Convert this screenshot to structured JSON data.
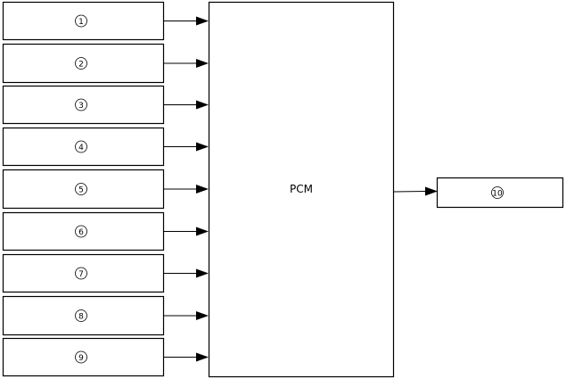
{
  "diagram": {
    "inputs": [
      {
        "label": "1"
      },
      {
        "label": "2"
      },
      {
        "label": "3"
      },
      {
        "label": "4"
      },
      {
        "label": "5"
      },
      {
        "label": "6"
      },
      {
        "label": "7"
      },
      {
        "label": "8"
      },
      {
        "label": "9"
      }
    ],
    "controller": {
      "label": "PCM"
    },
    "output": {
      "label": "10"
    }
  }
}
